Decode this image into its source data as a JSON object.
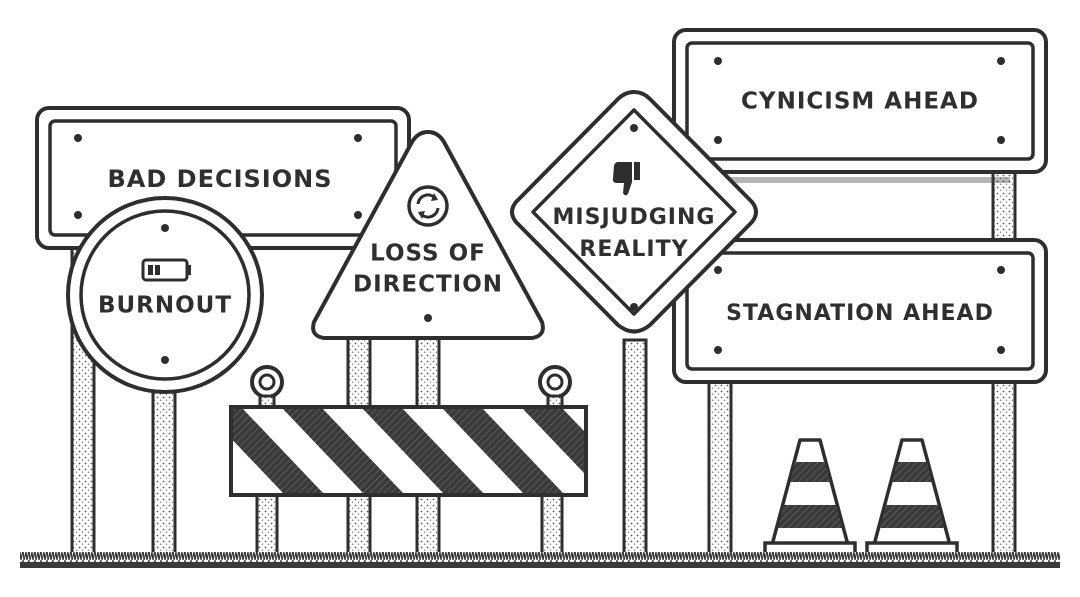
{
  "signs": {
    "bad_decisions": "BAD DECISIONS",
    "burnout": "BURNOUT",
    "loss_of_direction_line1": "LOSS OF",
    "loss_of_direction_line2": "DIRECTION",
    "misjudging_reality_line1": "MISJUDGING",
    "misjudging_reality_line2": "REALITY",
    "cynicism_ahead": "CYNICISM AHEAD",
    "stagnation_ahead": "STAGNATION AHEAD"
  },
  "icons": {
    "burnout": "low-battery-icon",
    "loss_of_direction": "refresh-cycle-icon",
    "misjudging_reality": "thumbs-down-icon"
  },
  "colors": {
    "ink": "#2e2e2e",
    "paper": "#ffffff",
    "ground": "#3a3a3a"
  }
}
